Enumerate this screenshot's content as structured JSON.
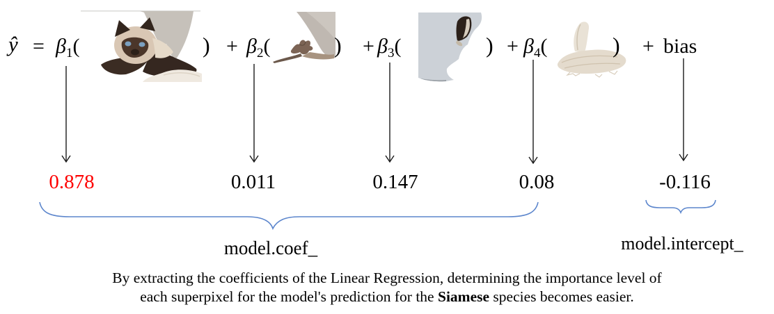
{
  "equation": {
    "y_hat": "ŷ",
    "equals_sign": "=",
    "plus_sign": "+",
    "open_paren": "(",
    "close_paren": ")",
    "terms": [
      {
        "beta": "β",
        "subscript": "1",
        "image_name": "siamese-cat-head-superpixel",
        "coefficient": "0.878"
      },
      {
        "beta": "β",
        "subscript": "2",
        "image_name": "background-fragment-superpixel",
        "coefficient": "0.011"
      },
      {
        "beta": "β",
        "subscript": "3",
        "image_name": "cat-ear-superpixel",
        "coefficient": "0.147"
      },
      {
        "beta": "β",
        "subscript": "4",
        "image_name": "blanket-superpixel",
        "coefficient": "0.08"
      }
    ],
    "bias_label": "bias",
    "bias_value": "-0.116"
  },
  "annotations": {
    "coef_label": "model.coef_",
    "intercept_label": "model.intercept_"
  },
  "caption": {
    "line1": "By extracting the coefficients of the Linear Regression, determining the importance level of",
    "line2_pre": "each superpixel for the model's prediction for the ",
    "line2_bold": "Siamese",
    "line2_post": " species becomes easier."
  },
  "colors": {
    "highlighted_coefficient": "#fe0000",
    "brace_blue": "#5b85cc",
    "arrow_black": "#1a1a1a",
    "text_black": "#000000"
  }
}
